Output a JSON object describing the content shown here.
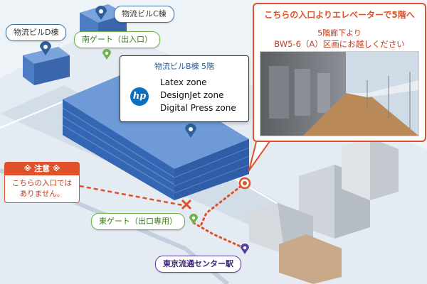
{
  "labels": {
    "bldg_c": "物流ビルC棟",
    "bldg_d": "物流ビルD棟",
    "south_gate": "南ゲート（出入口）",
    "east_gate": "東ゲート（出口専用）",
    "station": "東京流通センター駅"
  },
  "info_box": {
    "title": "物流ビルB棟  5階",
    "logo": "hp",
    "zones": [
      "Latex zone",
      "DesignJet zone",
      "Digital Press zone"
    ]
  },
  "callout": {
    "heading": "こちらの入口よりエレベーターで5階へ",
    "line1": "5階廊下より",
    "line2": "BW5-6（A）区画にお越しください"
  },
  "notice": {
    "heading": "※  注意  ※",
    "line1": "こちらの入口では",
    "line2": "ありません。"
  },
  "colors": {
    "accent_orange": "#e0512a",
    "building_blue": "#3f74c4",
    "gate_green": "#6bb546",
    "station_purple": "#5b3fa0",
    "pin_blue": "#2f5f9a"
  },
  "icons": [
    "map-pin-icon",
    "hp-logo-icon",
    "x-mark-icon",
    "entrance-target-icon"
  ]
}
